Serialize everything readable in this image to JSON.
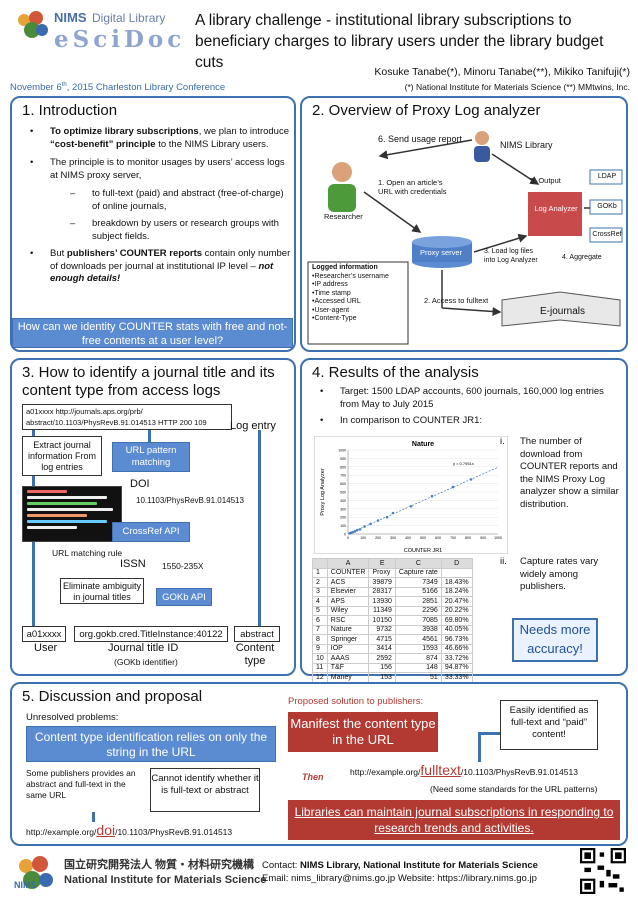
{
  "header": {
    "logo_nims": "NIMS",
    "logo_dl": "Digital Library",
    "logo_escidoc": "eSciDoc",
    "title": "A library challenge - institutional library subscriptions to beneficiary charges to library users under the library budget cuts",
    "authors": "Kosuke Tanabe(*), Minoru Tanabe(**), Mikiko Tanifuji(*)",
    "affiliation": "(*) National Institute for Materials Science (**) MMtwins, Inc.",
    "conference_pre": "November 6",
    "conference_sup": "th",
    "conference_post": ", 2015 Charleston Library Conference"
  },
  "intro": {
    "title": "1. Introduction",
    "b1_bold": "To optimize library subscriptions",
    "b1_a": ", we plan to introduce ",
    "b1_bold2": "“cost-benefit” principle",
    "b1_b": " to the NIMS Library users.",
    "b2": "The principle is to monitor usages by users’ access logs at NIMS proxy server,",
    "s1": "to full-text (paid) and abstract (free-of-charge) of online journals,",
    "s2": "breakdown by users or research groups with subject fields.",
    "b3_a": "But ",
    "b3_bold": "publishers’ COUNTER reports",
    "b3_b": " contain only number of downloads per journal at institutional IP level – ",
    "b3_em": "not enough details!",
    "question": "How can we identity COUNTER stats with free and not-free contents at a user level?"
  },
  "overview": {
    "title": "2. Overview of Proxy Log analyzer",
    "send_report": "6. Send usage report",
    "nims_library": "NIMS Library",
    "researcher": "Researcher",
    "step1": "1.  Open an article’s URL with credentials",
    "output": "5. Output",
    "log_analyzer": "Log Analyzer",
    "ldap": "LDAP",
    "gokb": "GOKb",
    "crossref": "CrossRef",
    "proxy_server": "Proxy server",
    "step3": "3. Load log files into Log Analyzer",
    "step4": "4. Aggregate",
    "logged_title": "Logged information",
    "logged_items": [
      "•Researcher’s username",
      "•IP address",
      "•Time stamp",
      "•Accessed URL",
      "•User-agent",
      "•Content-Type"
    ],
    "step2": "2. Access to fulltext",
    "ejournals": "E-journals"
  },
  "identify": {
    "title": "3. How to identify a journal title and its content type from access logs",
    "log_line1": "a01xxxx http://journals.aps.org/prb/",
    "log_line2": "abstract/10.1103/PhysRevB.91.014513 HTTP 200 109",
    "log_entry": "Log entry",
    "extract": "Extract journal information From log entries",
    "url_pattern": "URL pattern matching",
    "doi_label": "DOI",
    "doi_value": "10.1103/PhysRevB.91.014513",
    "crossref_api": "CrossRef API",
    "url_rule": "URL matching rule",
    "issn_label": "ISSN",
    "issn_value": "1550-235X",
    "eliminate": "Eliminate ambiguity in journal titles",
    "gokb_api": "GOKb API",
    "user_val": "a01xxxx",
    "journal_val": "org.gokb.cred.TitleInstance:40122",
    "content_val": "abstract",
    "user_label": "User",
    "journal_label": "Journal title ID",
    "journal_sub": "(GOKb identifier)",
    "content_label": "Content type"
  },
  "results": {
    "title": "4. Results of the analysis",
    "b1": "Target: 1500 LDAP accounts, 600 journals, 160,000 log entries from May to July 2015",
    "b2": "In comparison to COUNTER JR1:",
    "i_label": "i.",
    "i_text": "The number of download from COUNTER reports and the NIMS Proxy Log analyzer show a similar distribution.",
    "ii_label": "ii.",
    "ii_text": "Capture rates vary widely among publishers.",
    "needs": "Needs more accuracy!",
    "table_header": [
      "",
      "A",
      "E",
      "C",
      "D"
    ],
    "table_cols": [
      "",
      "COUNTER",
      "Proxy",
      "Capture rate"
    ],
    "table_rows": [
      [
        "ACS",
        "39879",
        "7349",
        "18.43%"
      ],
      [
        "Elsevier",
        "28317",
        "5166",
        "18.24%"
      ],
      [
        "APS",
        "13930",
        "2851",
        "20.47%"
      ],
      [
        "Wiley",
        "11349",
        "2296",
        "20.22%"
      ],
      [
        "RSC",
        "10150",
        "7085",
        "69.80%"
      ],
      [
        "Nature",
        "9732",
        "3938",
        "40.05%"
      ],
      [
        "Springer",
        "4715",
        "4561",
        "96.73%"
      ],
      [
        "IOP",
        "3414",
        "1593",
        "46.66%"
      ],
      [
        "AAAS",
        "2592",
        "874",
        "33.72%"
      ],
      [
        "T&F",
        "156",
        "148",
        "94.87%"
      ],
      [
        "Maney",
        "153",
        "51",
        "33.33%"
      ]
    ],
    "row_numbers": [
      "1",
      "2",
      "3",
      "4",
      "5",
      "6",
      "7",
      "8",
      "9",
      "10",
      "11",
      "12"
    ]
  },
  "chart_data": {
    "type": "scatter",
    "title": "Nature",
    "xlabel": "COUNTER JR1",
    "ylabel": "Proxy Log Analyzer",
    "ylim": [
      0,
      1000
    ],
    "xlim": [
      0,
      1000
    ],
    "yticks": [
      "1000",
      "900",
      "800",
      "700",
      "600",
      "500",
      "400",
      "300",
      "200",
      "100",
      "0"
    ],
    "xticks": [
      "0",
      "100",
      "200",
      "300",
      "400",
      "500",
      "600",
      "700",
      "800",
      "900",
      "1000"
    ],
    "trend_label": "y = 0.7951x",
    "series": [
      {
        "points": [
          [
            12,
            8
          ],
          [
            20,
            14
          ],
          [
            30,
            22
          ],
          [
            45,
            30
          ],
          [
            60,
            45
          ],
          [
            80,
            55
          ],
          [
            110,
            90
          ],
          [
            150,
            120
          ],
          [
            200,
            160
          ],
          [
            260,
            200
          ],
          [
            300,
            250
          ],
          [
            420,
            330
          ],
          [
            560,
            450
          ],
          [
            700,
            560
          ],
          [
            820,
            650
          ]
        ]
      }
    ],
    "grid": true
  },
  "discussion": {
    "title": "5. Discussion and proposal",
    "unresolved": "Unresolved problems:",
    "content_type_box": "Content type identification relies on only the string in the URL",
    "some_publishers": "Some publishers provides an abstract and full-text in the same URL",
    "cannot_identify": "Cannot identify whether it is full-text or abstract",
    "url_pre": "http://example.org/",
    "url_doi": "doi",
    "url_post": "/10.1103/PhysRevB.91.014513",
    "proposed": "Proposed solution to publishers:",
    "manifest": "Manifest the content type in the URL",
    "easily": "Easily identified as full-text and “paid” content!",
    "then": "Then",
    "url2_pre": "http://example.org/",
    "url2_ft": "fulltext",
    "url2_post": "/10.1103/PhysRevB.91.014513",
    "need_std": "(Need some standards for the URL patterns)",
    "libraries": "Libraries can maintain journal subscriptions in responding to research trends and activities."
  },
  "footer": {
    "nims_jp": "国立研究開発法人 物質・材料研究機構",
    "nims_en": "National Institute for Materials Science",
    "nims_logo": "NIMS",
    "contact_label": "Contact: ",
    "contact_bold": "NIMS Library, National Institute for Materials Science",
    "email_line": "Email: nims_library@nims.go.jp Website: https://library.nims.go.jp"
  },
  "colors": {
    "accent": "#3e71b0",
    "boxblue": "#5b8bd0",
    "red": "#b23a33"
  }
}
